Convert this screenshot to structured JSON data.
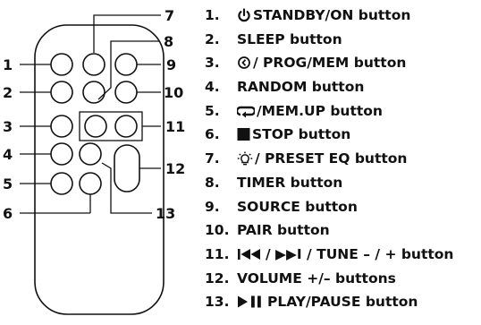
{
  "callouts": [
    "1",
    "2",
    "3",
    "4",
    "5",
    "6",
    "7",
    "8",
    "9",
    "10",
    "11",
    "12",
    "13"
  ],
  "legend": [
    {
      "number": "1.",
      "icon": "power-icon",
      "label": "STANDBY/ON button"
    },
    {
      "number": "2.",
      "icon": "",
      "label": "SLEEP button"
    },
    {
      "number": "3.",
      "icon": "timer-icon",
      "label": "/ PROG/MEM button"
    },
    {
      "number": "4.",
      "icon": "",
      "label": "RANDOM button"
    },
    {
      "number": "5.",
      "icon": "repeat-icon",
      "label": "/MEM.UP button"
    },
    {
      "number": "6.",
      "icon": "stop-icon",
      "label": "STOP button"
    },
    {
      "number": "7.",
      "icon": "dimmer-icon",
      "label": "/ PRESET EQ button"
    },
    {
      "number": "8.",
      "icon": "",
      "label": "TIMER button"
    },
    {
      "number": "9.",
      "icon": "",
      "label": "SOURCE button"
    },
    {
      "number": "10.",
      "icon": "",
      "label": "PAIR button"
    },
    {
      "number": "11.",
      "icon": "skip-back-icon",
      "label": "/ ▶▶I / TUNE – / + button"
    },
    {
      "number": "12.",
      "icon": "",
      "label": "VOLUME +/– buttons"
    },
    {
      "number": "13.",
      "icon": "play-pause-icon",
      "label": "PLAY/PAUSE button"
    }
  ]
}
